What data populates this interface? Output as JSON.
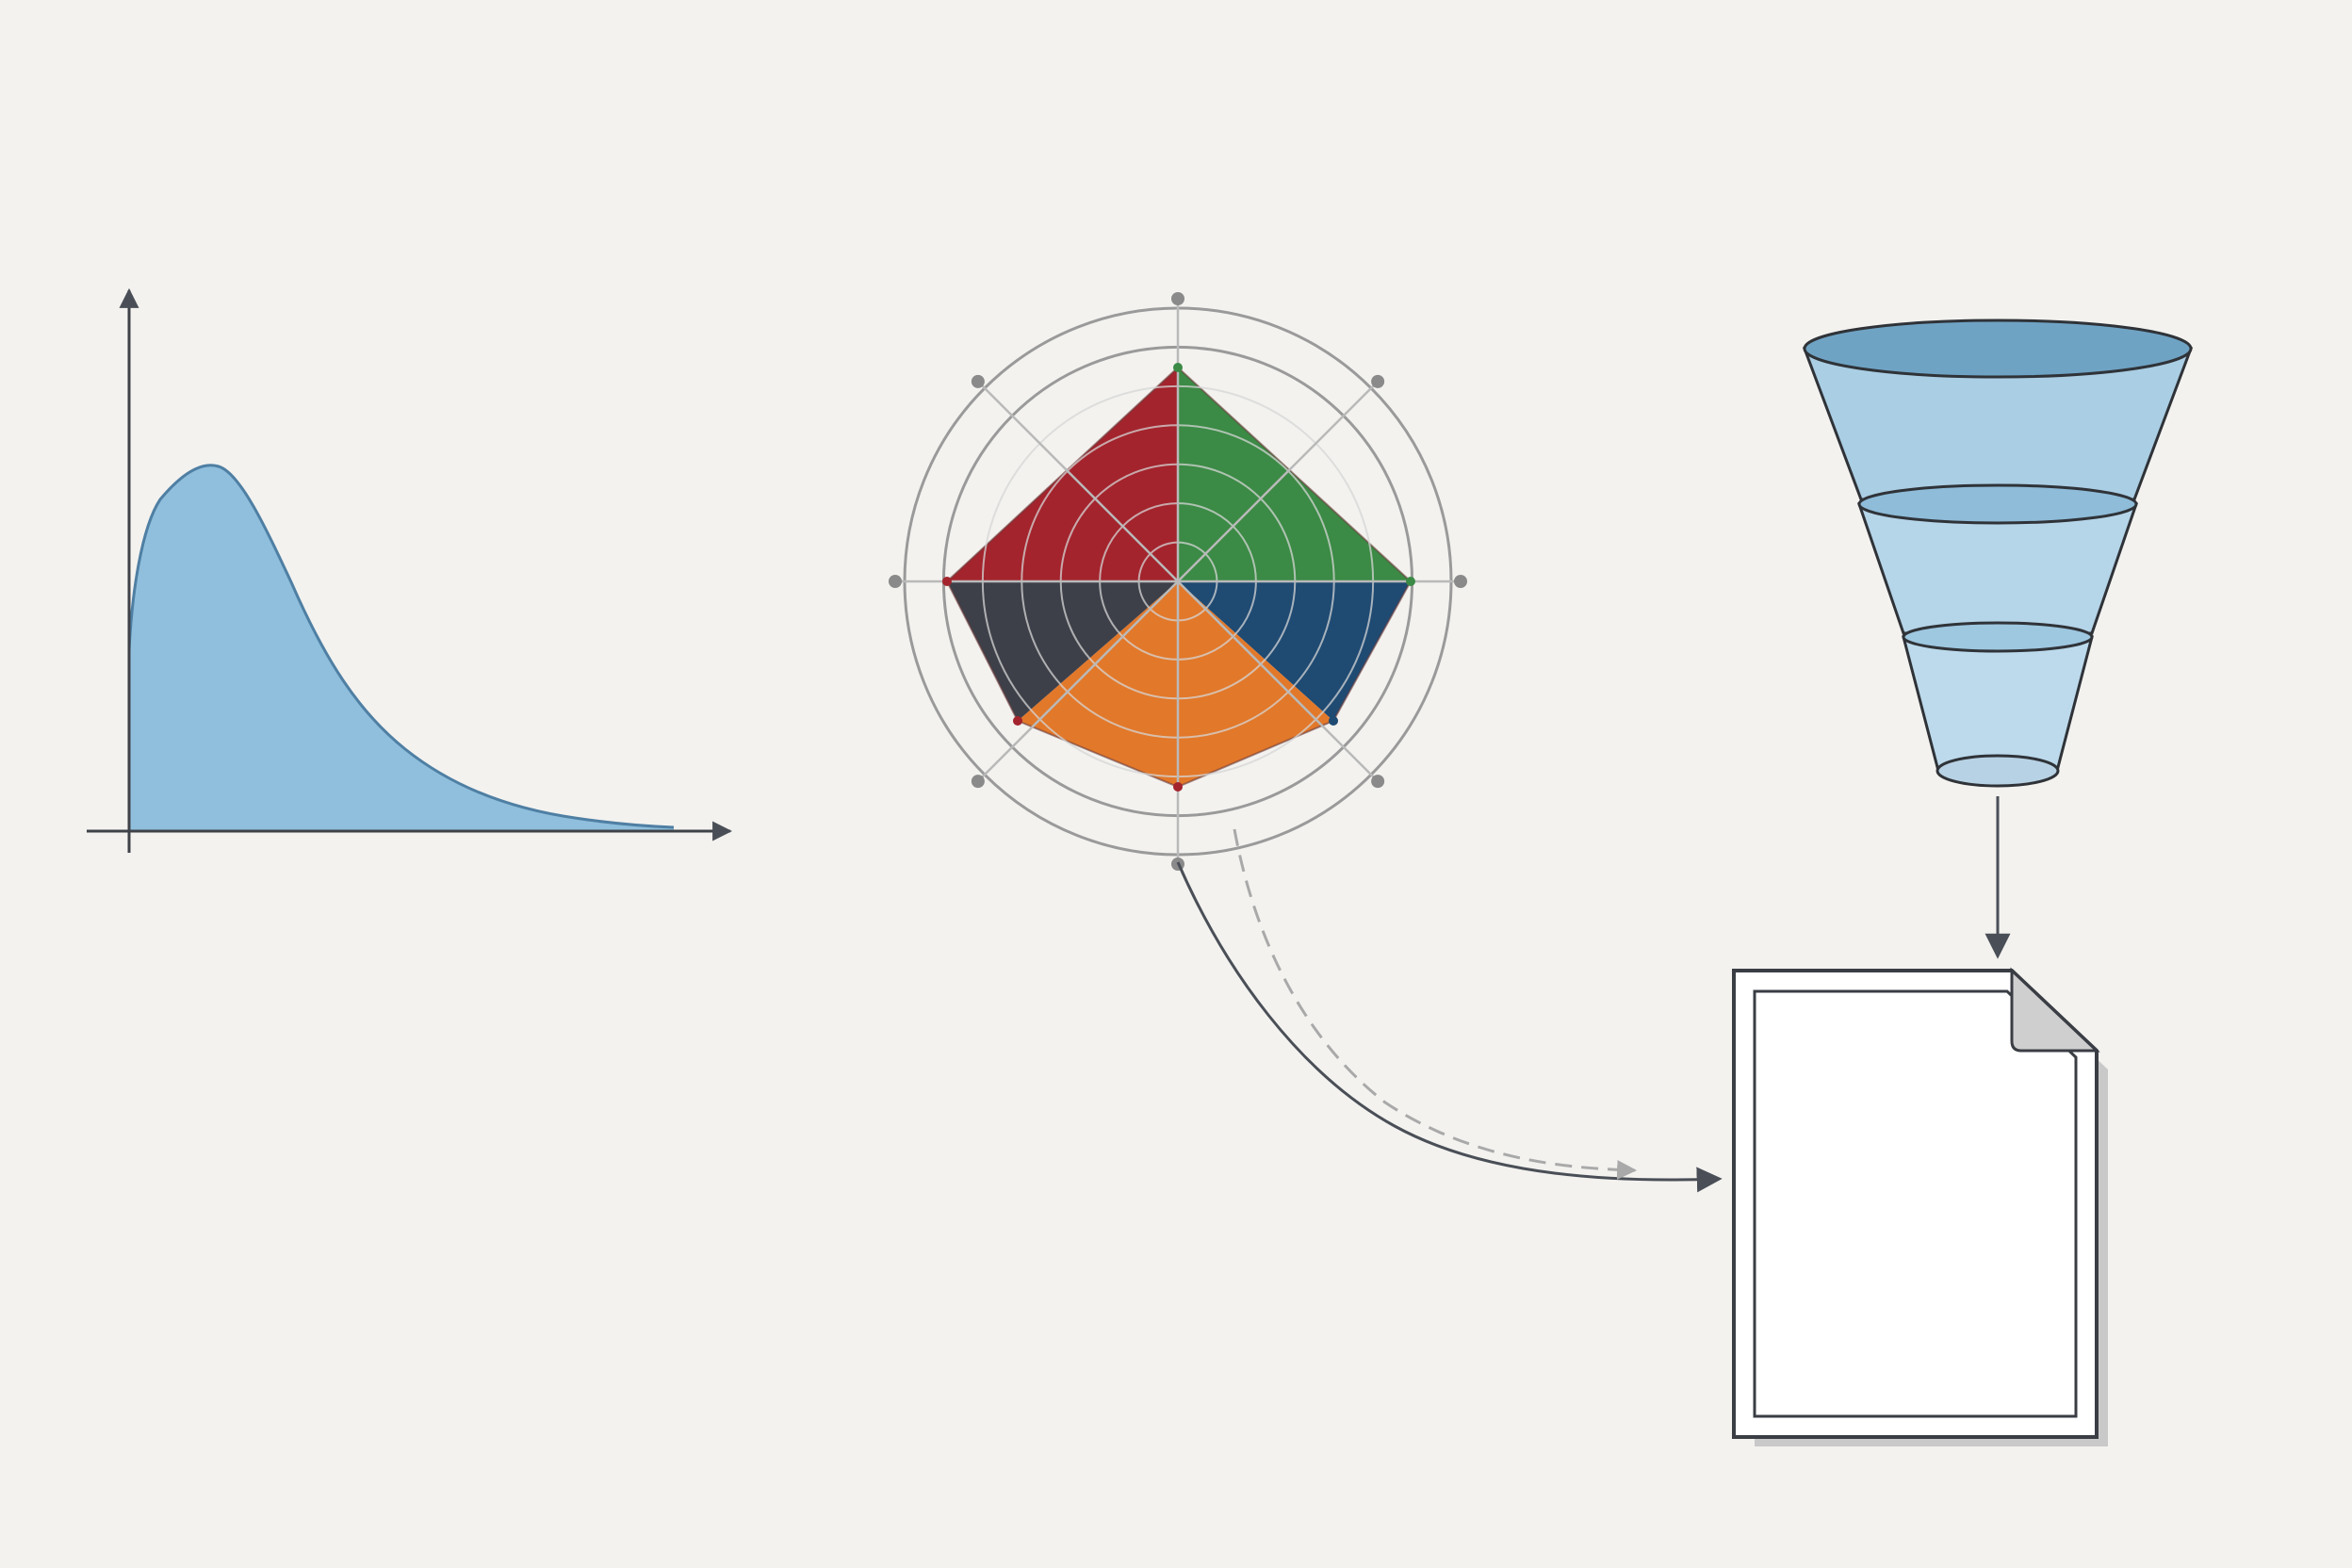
{
  "diagram": {
    "background_color": "#f3f2ef",
    "stroke_color": "#4a4f57",
    "grid_color": "#9a9a9a",
    "nodes": [
      {
        "id": "distribution",
        "kind": "right-skewed density curve",
        "fill_color": "#8fbfdc",
        "stroke_color": "#4f7fa3",
        "labels": []
      },
      {
        "id": "radar",
        "kind": "radar chart",
        "rings": 7,
        "axes": 8,
        "segments": [
          {
            "color": "#a3242d"
          },
          {
            "color": "#3b8a45"
          },
          {
            "color": "#1f4a72"
          },
          {
            "color": "#e2782a"
          },
          {
            "color": "#3e4049"
          }
        ],
        "labels": []
      },
      {
        "id": "funnel",
        "kind": "three-stage funnel",
        "stages": 3,
        "fill_color": "#9cc8e2",
        "top_color": "#6fa3c4",
        "labels": []
      },
      {
        "id": "document",
        "kind": "document page with folded corner",
        "fill_color": "#ffffff",
        "fold_color": "#cfcfcf",
        "labels": []
      }
    ],
    "connectors": [
      {
        "from": "radar",
        "to": "document",
        "style": "solid curved arrow"
      },
      {
        "from": "radar",
        "to": "document",
        "style": "dashed curved arrow"
      },
      {
        "from": "funnel",
        "to": "document",
        "style": "solid straight arrow"
      }
    ]
  }
}
